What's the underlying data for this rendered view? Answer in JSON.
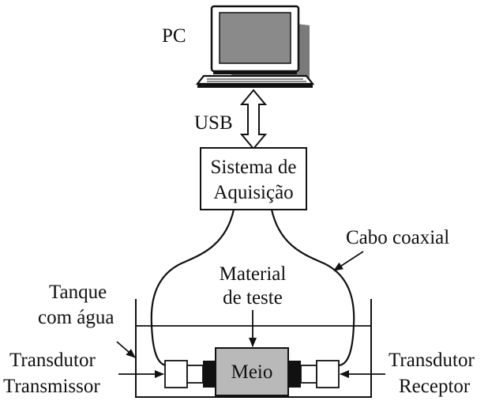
{
  "labels": {
    "pc": "PC",
    "usb": "USB",
    "acq_line1": "Sistema de",
    "acq_line2": "Aquisição",
    "cable": "Cabo coaxial",
    "material_line1": "Material",
    "material_line2": "de teste",
    "tank_line1": "Tanque",
    "tank_line2": "com água",
    "medium": "Meio",
    "tx_line1": "Transdutor",
    "tx_line2": "Transmissor",
    "rx_line1": "Transdutor",
    "rx_line2": "Receptor"
  },
  "colors": {
    "line": "#111111",
    "medium_fill": "#b9b9b9",
    "screen_fill": "#8a8a8a",
    "laptop_shadow": "#7a7a7a",
    "transducer_face": "#111111"
  },
  "icons": {
    "computer": "laptop-icon",
    "usb_link": "double-arrow-icon"
  }
}
